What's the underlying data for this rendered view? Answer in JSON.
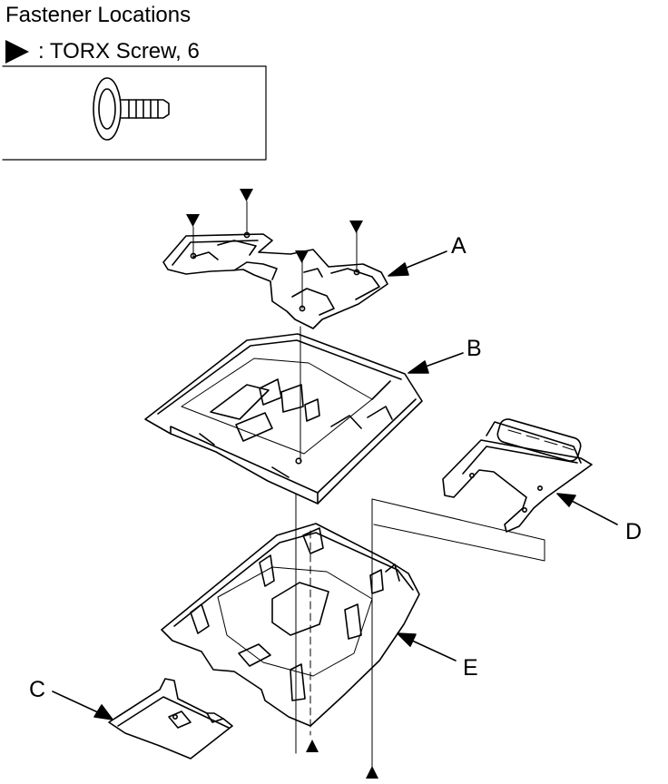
{
  "legend": {
    "title": "Fastener Locations",
    "item_text": ": TORX Screw, 6",
    "marker_icon": "triangle-marker-icon",
    "screw_icon": "torx-screw-icon"
  },
  "callouts": {
    "a": "A",
    "b": "B",
    "c": "C",
    "d": "D",
    "e": "E"
  }
}
